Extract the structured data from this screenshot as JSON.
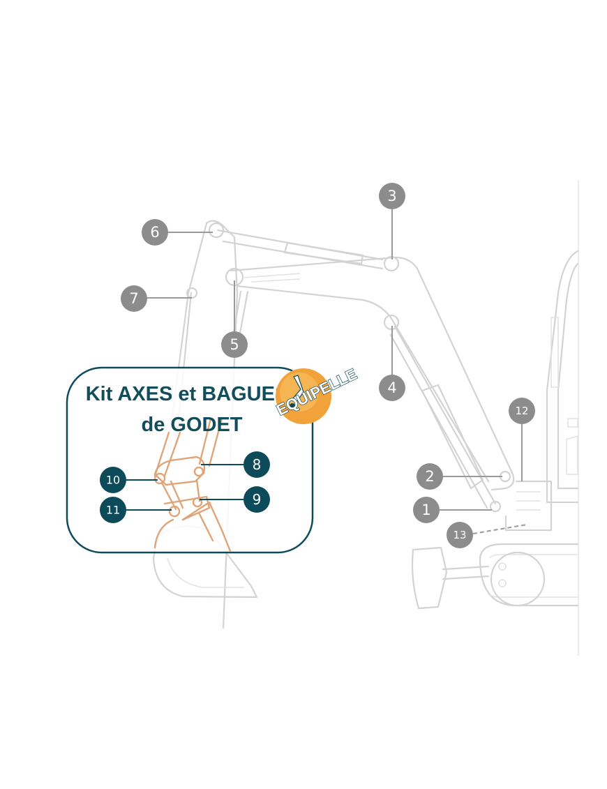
{
  "diagram": {
    "kit_title_line1": "Kit AXES et BAGUES",
    "kit_title_line2": "de GODET",
    "logo_text": "EQUIPELLE",
    "labels": {
      "p1": "1",
      "p2": "2",
      "p3": "3",
      "p4": "4",
      "p5": "5",
      "p6": "6",
      "p7": "7",
      "p8": "8",
      "p9": "9",
      "p10": "10",
      "p11": "11",
      "p12": "12",
      "p13": "13"
    }
  },
  "colors": {
    "teal": "#0d4b5a",
    "badge_grey": "#8c8c8c",
    "bucket_orange": "#e0a479",
    "logo_orange": "#f2a23a"
  }
}
